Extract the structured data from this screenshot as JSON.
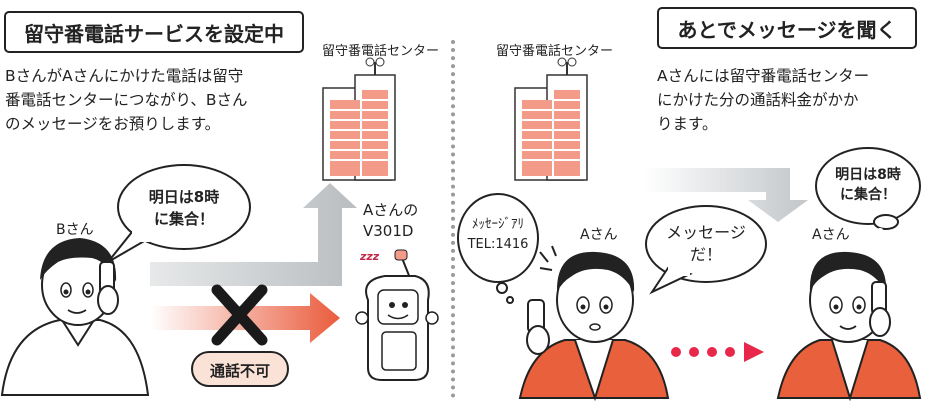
{
  "left_panel": {
    "title": "留守番電話サービスを設定中",
    "desc_lines": [
      "BさんがAさんにかけた電話は留守",
      "番電話センターにつながり、Bさん",
      "のメッセージをお預りします。"
    ],
    "center_label": "留守番電話センター",
    "b_label": "Bさん",
    "b_bubble_lines": [
      "明日は8時",
      "に集合！"
    ],
    "a_phone_lines": [
      "Aさんの",
      "V301D"
    ],
    "blocked_badge": "通話不可"
  },
  "right_panel": {
    "title": "あとでメッセージを聞く",
    "desc_lines": [
      "Aさんには留守番電話センター",
      "にかけた分の通話料金がかか",
      "ります。"
    ],
    "center_label": "留守番電話センター",
    "thought_lines": [
      "ﾒｯｾｰｼﾞｱﾘ",
      "TEL:1416"
    ],
    "a_label_1": "Aさん",
    "message_bubble_lines": [
      "メッセー",
      "ジ",
      "だ！"
    ],
    "a_label_2": "Aさん",
    "memo_bubble_lines": [
      "明日は8時",
      "に集合！"
    ]
  },
  "sleep_text": "zzz",
  "colors": {
    "arrow_gray": "#c8cccf",
    "arrow_red": "#ea5b3c",
    "building_pink": "#f39a88",
    "badge_bg": "#fbe2d6",
    "jacket_red": "#e8603c"
  }
}
